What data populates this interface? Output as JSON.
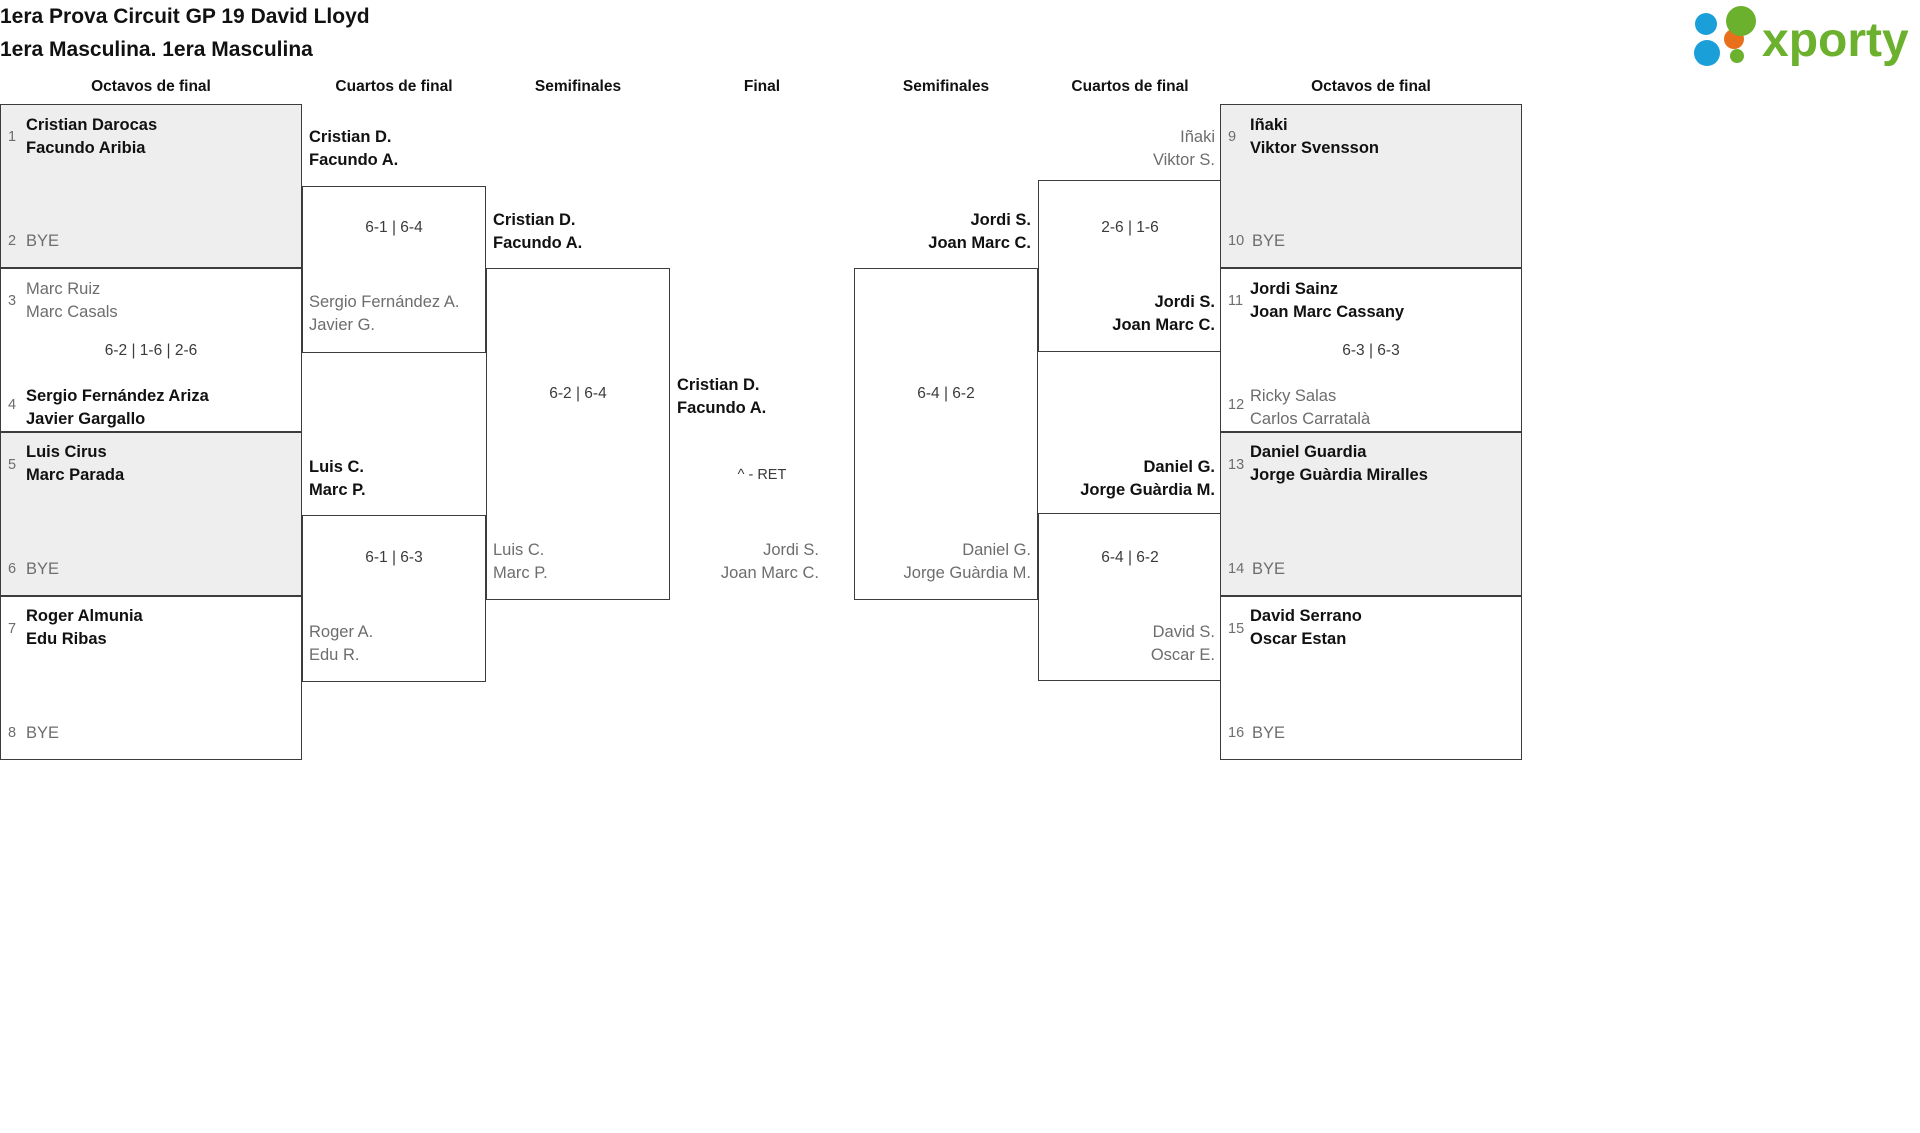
{
  "header": {
    "title_line1": "1era Prova Circuit GP 19 David Lloyd",
    "title_line2": "1era Masculina. 1era Masculina",
    "logo_text": "xporty",
    "logo_colors": {
      "green": "#6cb12d",
      "blue": "#1a9fd9",
      "orange": "#e8701a"
    }
  },
  "round_headers": {
    "left_r16": "Octavos de final",
    "left_qf": "Cuartos de final",
    "left_sf": "Semifinales",
    "final": "Final",
    "right_sf": "Semifinales",
    "right_qf": "Cuartos de final",
    "right_r16": "Octavos de final"
  },
  "left_r16": [
    {
      "seed": "1",
      "p1": "Cristian Darocas",
      "p2": "Facundo Aribia",
      "state": "win",
      "shade": true,
      "bye": false
    },
    {
      "seed": "2",
      "p1": "BYE",
      "p2": "",
      "state": "bye",
      "shade": true,
      "bye": true
    },
    {
      "seed": "3",
      "p1": "Marc Ruiz",
      "p2": "Marc Casals",
      "state": "lose",
      "shade": false,
      "bye": false
    },
    {
      "seed": "4",
      "p1": "Sergio Fernández Ariza",
      "p2": "Javier Gargallo",
      "state": "win",
      "shade": false,
      "bye": false
    },
    {
      "seed": "5",
      "p1": "Luis Cirus",
      "p2": "Marc Parada",
      "state": "win",
      "shade": true,
      "bye": false
    },
    {
      "seed": "6",
      "p1": "BYE",
      "p2": "",
      "state": "bye",
      "shade": true,
      "bye": true
    },
    {
      "seed": "7",
      "p1": "Roger Almunia",
      "p2": "Edu Ribas",
      "state": "win",
      "shade": false,
      "bye": false
    },
    {
      "seed": "8",
      "p1": "BYE",
      "p2": "",
      "state": "bye",
      "shade": false,
      "bye": true
    }
  ],
  "right_r16": [
    {
      "seed": "9",
      "p1": "Iñaki",
      "p2": "Viktor Svensson",
      "state": "win",
      "shade": true,
      "bye": false
    },
    {
      "seed": "10",
      "p1": "BYE",
      "p2": "",
      "state": "bye",
      "shade": true,
      "bye": true
    },
    {
      "seed": "11",
      "p1": "Jordi Sainz",
      "p2": "Joan Marc Cassany",
      "state": "win",
      "shade": false,
      "bye": false
    },
    {
      "seed": "12",
      "p1": "Ricky Salas",
      "p2": "Carlos Carratalà",
      "state": "lose",
      "shade": false,
      "bye": false
    },
    {
      "seed": "13",
      "p1": "Daniel Guardia",
      "p2": "Jorge Guàrdia Miralles",
      "state": "win",
      "shade": true,
      "bye": false
    },
    {
      "seed": "14",
      "p1": "BYE",
      "p2": "",
      "state": "bye",
      "shade": true,
      "bye": true
    },
    {
      "seed": "15",
      "p1": "David Serrano",
      "p2": "Oscar Estan",
      "state": "win",
      "shade": false,
      "bye": false
    },
    {
      "seed": "16",
      "p1": "BYE",
      "p2": "",
      "state": "bye",
      "shade": false,
      "bye": true
    }
  ],
  "left_r16_scores": {
    "m1": "",
    "m2": "6-2 | 1-6 | 2-6",
    "m3": "",
    "m4": ""
  },
  "right_r16_scores": {
    "m1": "",
    "m2": "6-3 | 6-3",
    "m3": "",
    "m4": ""
  },
  "left_qf": [
    {
      "p1": "Cristian D.",
      "p2": "Facundo A.",
      "state": "win"
    },
    {
      "p1": "Sergio Fernández A.",
      "p2": "Javier G.",
      "state": "lose"
    },
    {
      "p1": "Luis C.",
      "p2": "Marc P.",
      "state": "win"
    },
    {
      "p1": "Roger A.",
      "p2": "Edu R.",
      "state": "lose"
    }
  ],
  "left_qf_scores": {
    "m1": "6-1 | 6-4",
    "m2": "6-1 | 6-3"
  },
  "right_qf": [
    {
      "p1": "Iñaki",
      "p2": "Viktor S.",
      "state": "lose"
    },
    {
      "p1": "Jordi S.",
      "p2": "Joan Marc C.",
      "state": "win"
    },
    {
      "p1": "Daniel G.",
      "p2": "Jorge Guàrdia M.",
      "state": "win"
    },
    {
      "p1": "David S.",
      "p2": "Oscar E.",
      "state": "lose"
    }
  ],
  "right_qf_scores": {
    "m1": "2-6 | 1-6",
    "m2": "6-4 | 6-2"
  },
  "left_sf": [
    {
      "p1": "Cristian D.",
      "p2": "Facundo A.",
      "state": "win"
    },
    {
      "p1": "Luis C.",
      "p2": "Marc P.",
      "state": "lose"
    }
  ],
  "left_sf_score": "6-2 | 6-4",
  "right_sf": [
    {
      "p1": "Jordi S.",
      "p2": "Joan Marc C.",
      "state": "win"
    },
    {
      "p1": "Daniel G.",
      "p2": "Jorge Guàrdia M.",
      "state": "lose"
    }
  ],
  "right_sf_score": "6-4 | 6-2",
  "final": {
    "winner": {
      "p1": "Cristian D.",
      "p2": "Facundo A.",
      "state": "win"
    },
    "runner": {
      "p1": "Jordi S.",
      "p2": "Joan Marc C.",
      "state": "lose"
    },
    "score": "^ - RET"
  }
}
